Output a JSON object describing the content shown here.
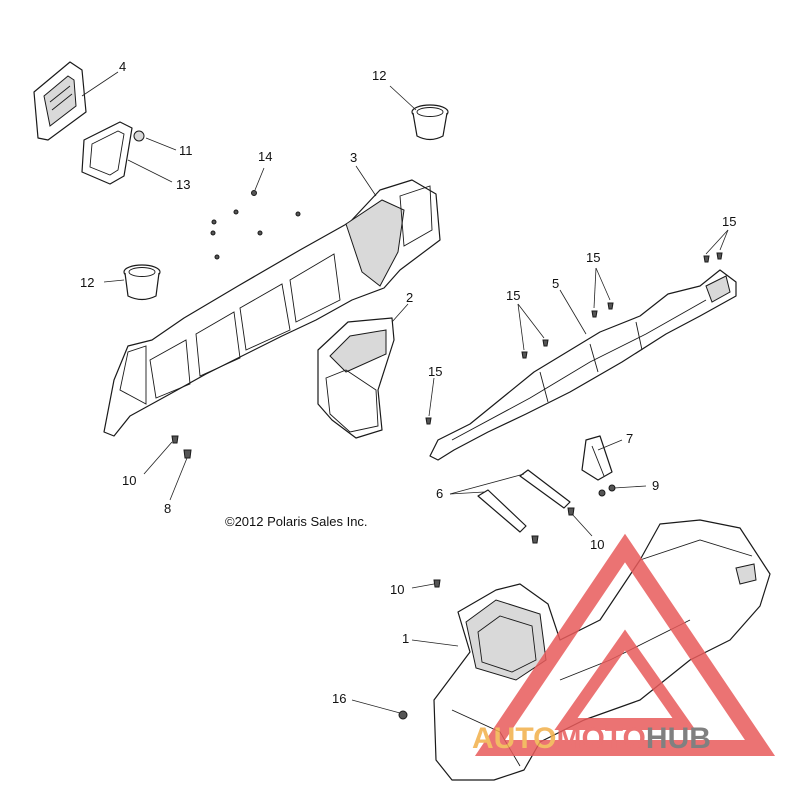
{
  "diagram": {
    "copyright": "©2012 Polaris Sales Inc.",
    "callouts": {
      "c1": "1",
      "c2": "2",
      "c3": "3",
      "c4": "4",
      "c5": "5",
      "c6": "6",
      "c7": "7",
      "c8": "8",
      "c9": "9",
      "c10a": "10",
      "c10b": "10",
      "c10c": "10",
      "c11": "11",
      "c12a": "12",
      "c12b": "12",
      "c13": "13",
      "c14": "14",
      "c15a": "15",
      "c15b": "15",
      "c15c": "15",
      "c15d": "15",
      "c16": "16"
    }
  },
  "watermark": {
    "text_part1": "AUTO",
    "text_part2": "MOTO",
    "text_part3": "HUB",
    "colors": {
      "triangle": "#e85b5b",
      "auto": "#f2b04a",
      "moto": "#e85b5b",
      "hub": "#6a6a6a"
    }
  }
}
